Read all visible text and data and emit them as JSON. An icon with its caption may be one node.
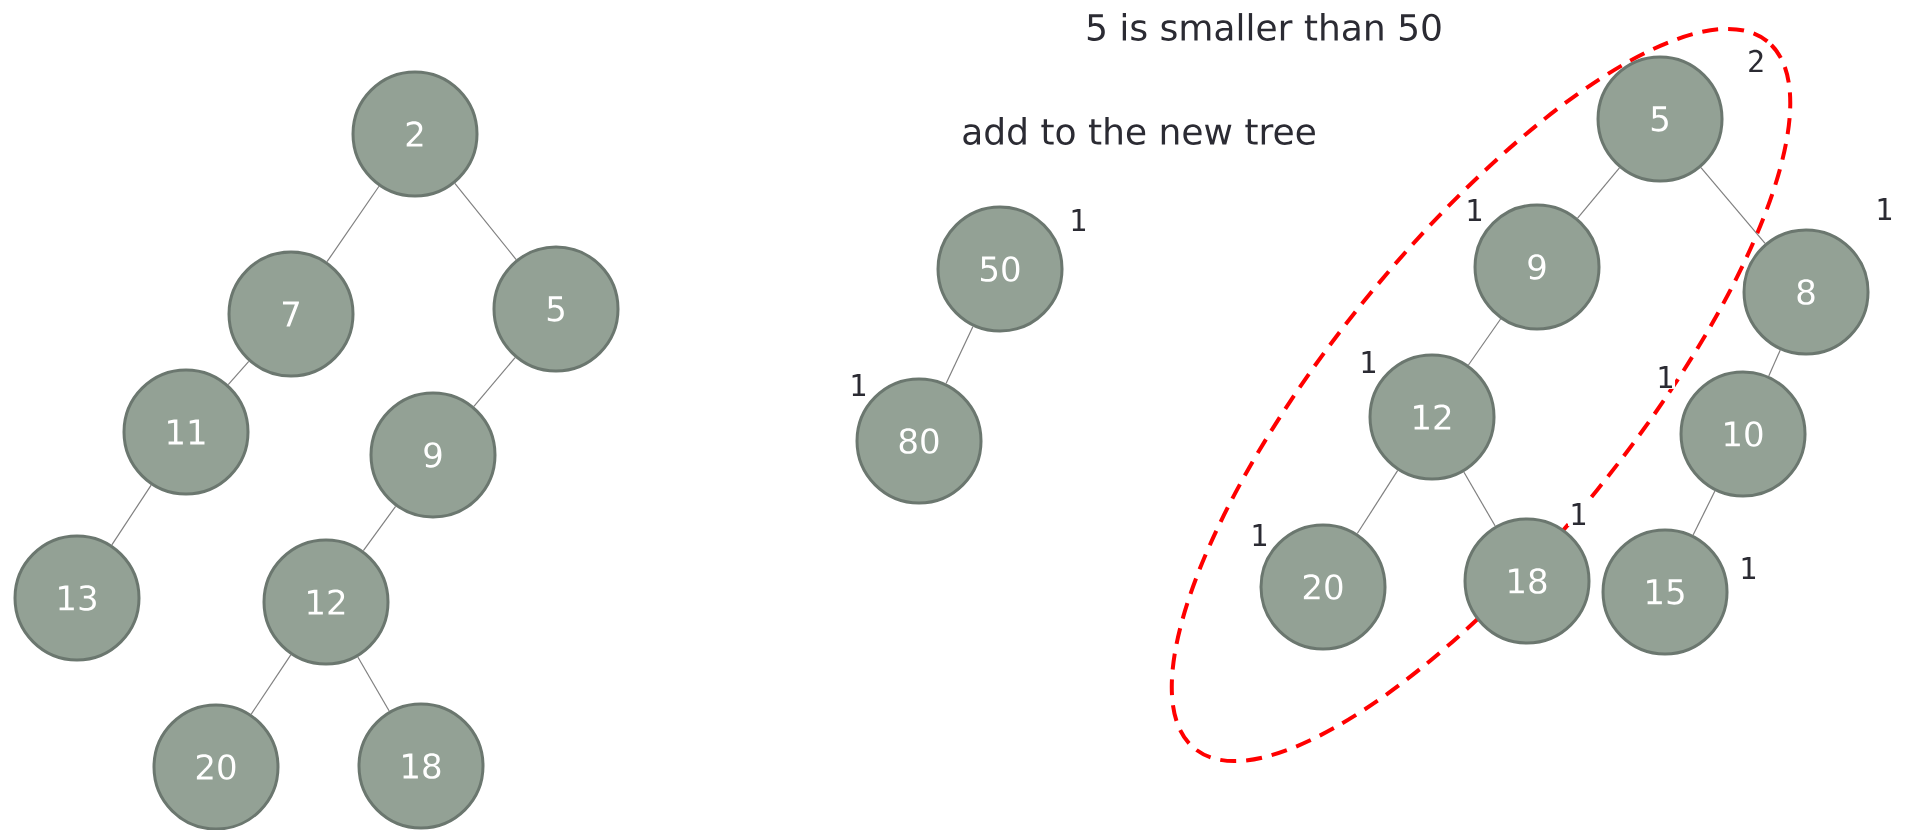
{
  "diagram": {
    "nodes": [
      {
        "text": [
          "2"
        ]
      },
      {
        "text": [
          "7"
        ]
      },
      {
        "text": [
          "5"
        ]
      },
      {
        "text": [
          "11"
        ]
      },
      {
        "text": [
          "9"
        ]
      },
      {
        "text": [
          "13"
        ]
      },
      {
        "text": [
          "12"
        ]
      },
      {
        "text": [
          "20"
        ]
      },
      {
        "text": [
          "18"
        ]
      },
      {
        "text": [
          "50"
        ],
        "beside": [
          "1"
        ]
      },
      {
        "text": [
          "80"
        ],
        "beside": [
          "1"
        ]
      },
      {
        "text": [
          "5"
        ],
        "beside": [
          "2"
        ]
      },
      {
        "text": [
          "9"
        ],
        "beside": [
          "1"
        ]
      },
      {
        "text": [
          "8"
        ],
        "beside": [
          "1"
        ]
      },
      {
        "text": [
          "12"
        ],
        "beside": [
          "1"
        ]
      },
      {
        "text": [
          "10"
        ],
        "beside": [
          "1"
        ]
      },
      {
        "text": [
          "20"
        ],
        "beside": [
          "1"
        ]
      },
      {
        "text": [
          "18"
        ],
        "beside": [
          "1"
        ]
      },
      {
        "text": [
          "15"
        ],
        "beside": [
          "1"
        ]
      }
    ],
    "edges": [
      {
        "from": 0,
        "to": 1,
        "arrow": "none"
      },
      {
        "from": 0,
        "to": 2,
        "arrow": "none"
      },
      {
        "from": 1,
        "to": 3,
        "arrow": "none"
      },
      {
        "from": 2,
        "to": 4,
        "arrow": "none"
      },
      {
        "from": 3,
        "to": 5,
        "arrow": "none"
      },
      {
        "from": 4,
        "to": 6,
        "arrow": "none"
      },
      {
        "from": 6,
        "to": 7,
        "arrow": "none"
      },
      {
        "from": 6,
        "to": 8,
        "arrow": "none"
      },
      {
        "from": 9,
        "to": 10,
        "arrow": "none"
      },
      {
        "from": 11,
        "to": 12,
        "arrow": "none"
      },
      {
        "from": 11,
        "to": 13,
        "arrow": "none"
      },
      {
        "from": 12,
        "to": 14,
        "arrow": "none"
      },
      {
        "from": 13,
        "to": 15,
        "arrow": "none"
      },
      {
        "from": 14,
        "to": 16,
        "arrow": "none"
      },
      {
        "from": 14,
        "to": 17,
        "arrow": "none"
      },
      {
        "from": 15,
        "to": 18,
        "arrow": "none"
      }
    ],
    "labels": [
      "5 is smaller than 50",
      "add to the new tree"
    ]
  }
}
